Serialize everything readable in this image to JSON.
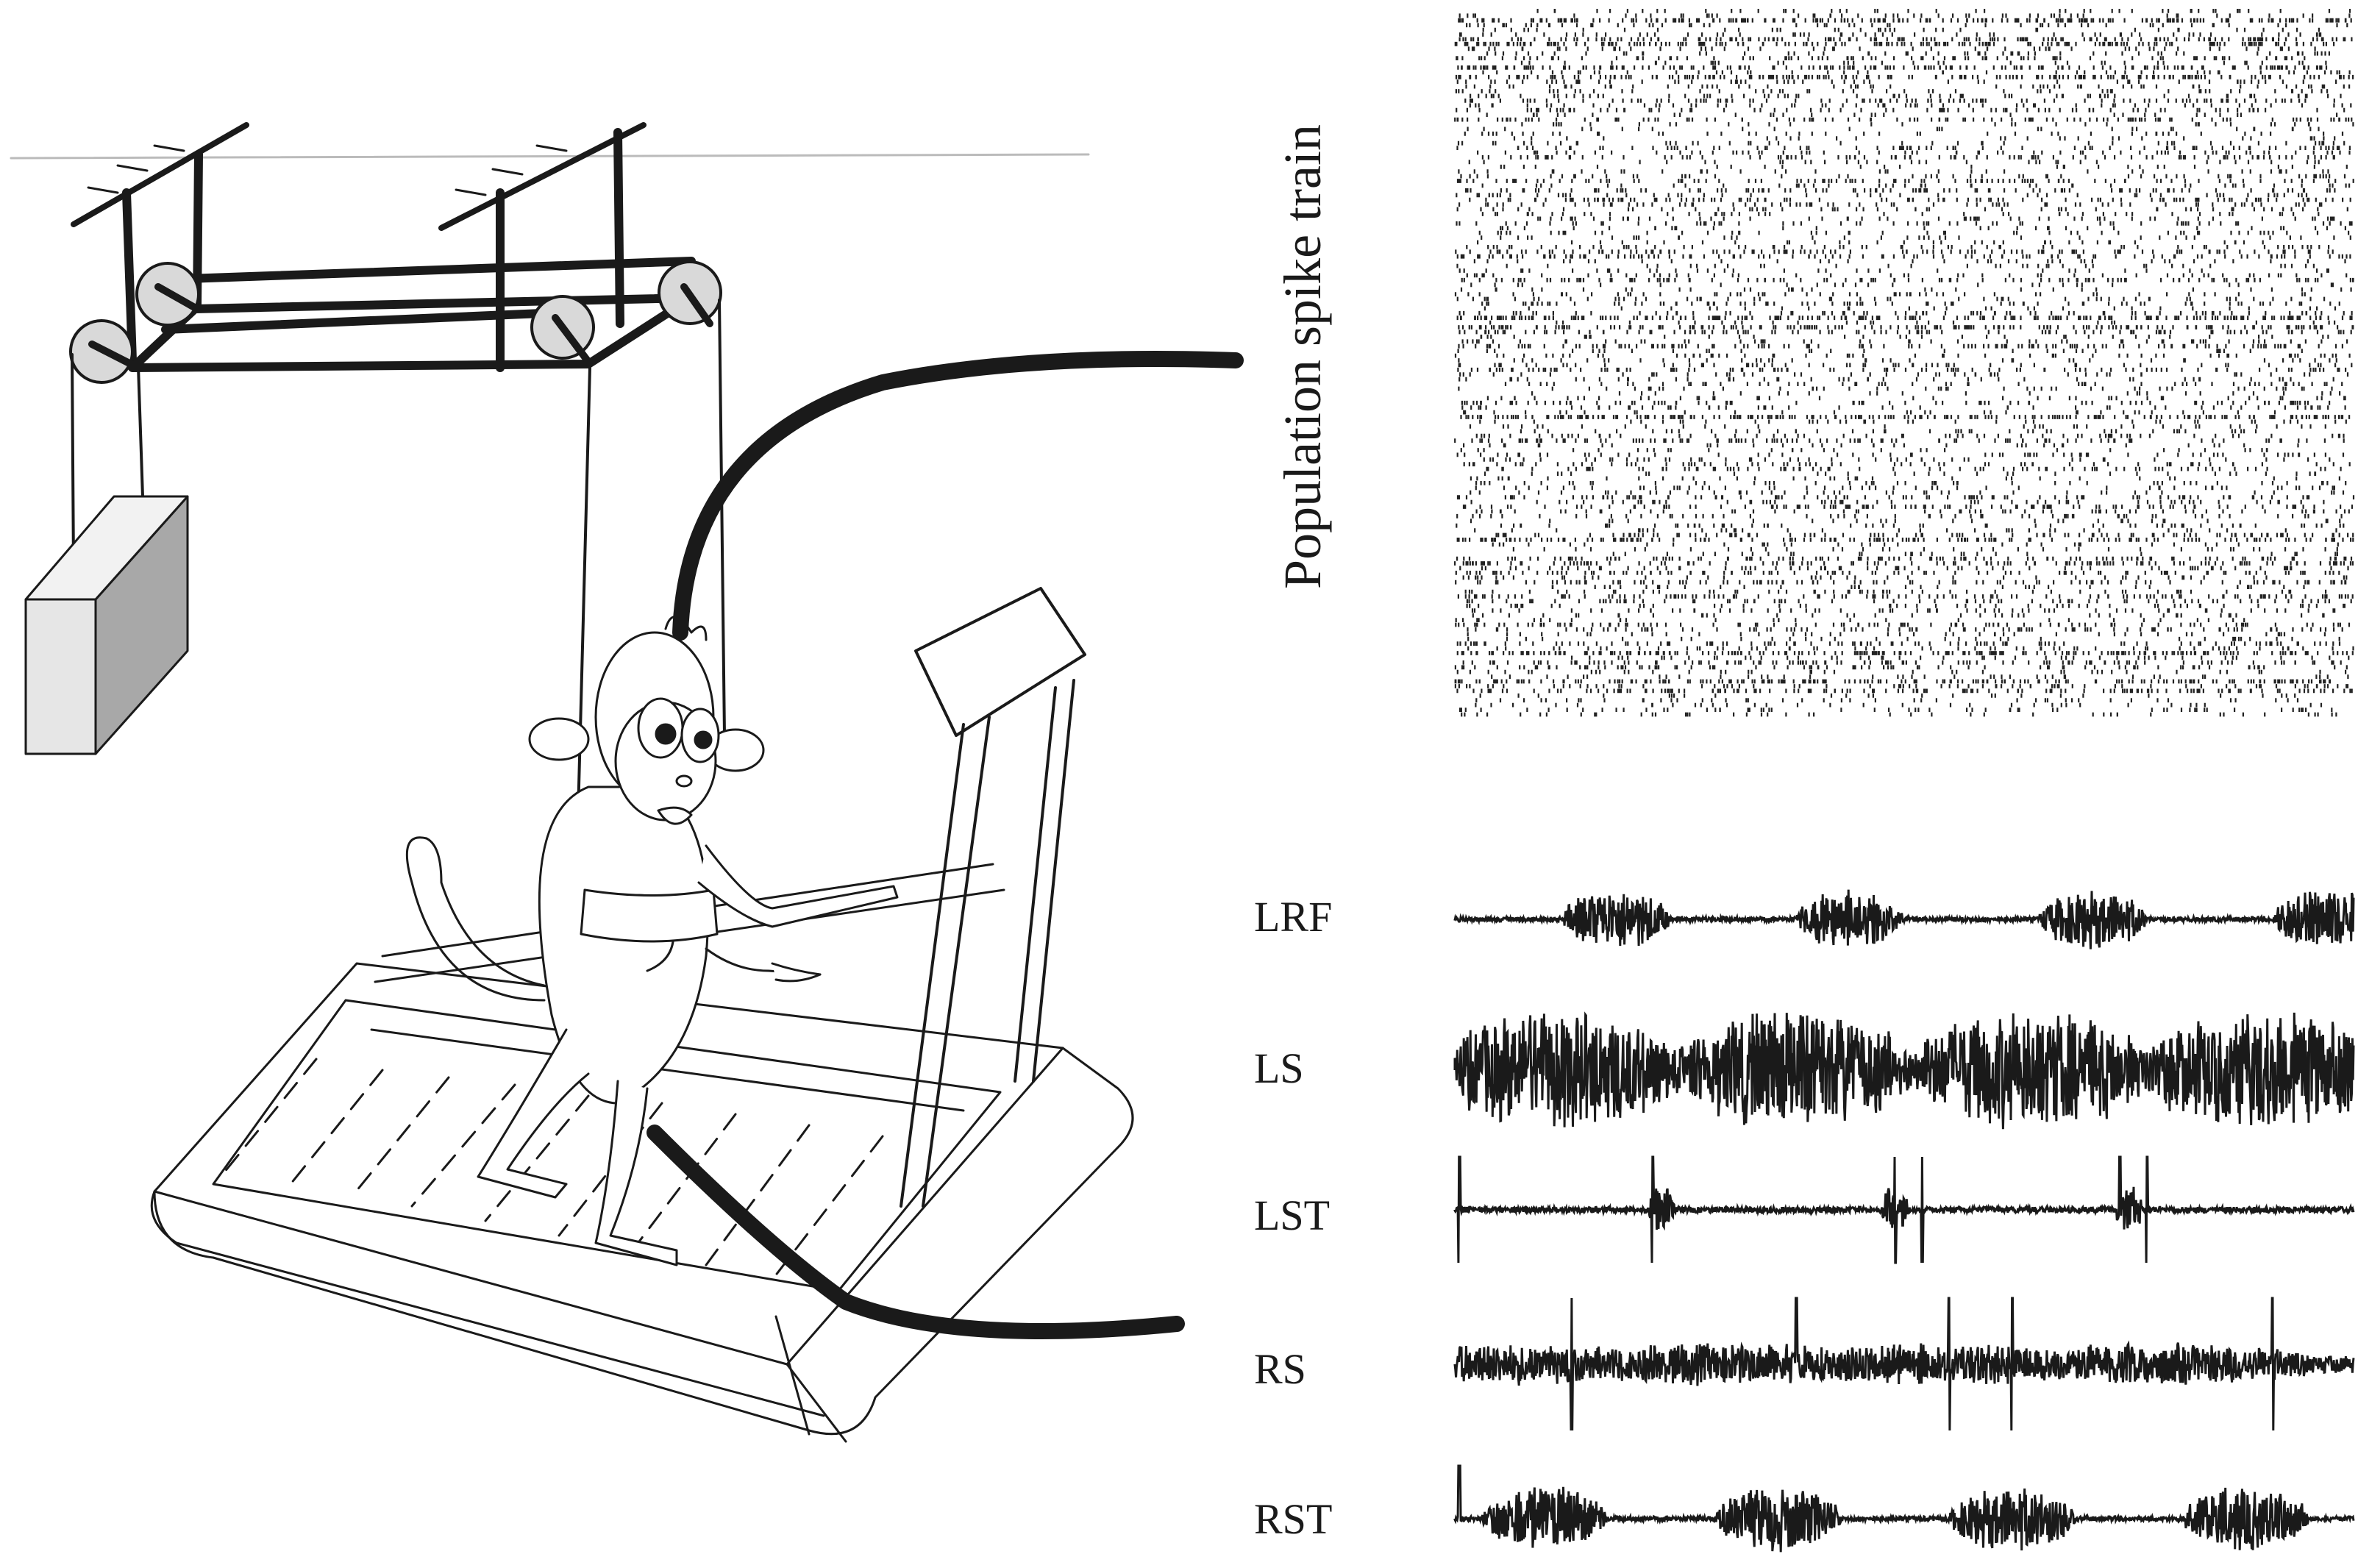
{
  "figure": {
    "vertical_label": "Population spike train",
    "emg_channels": [
      {
        "label": "LRF",
        "burst_centers": [
          0.18,
          0.44,
          0.71,
          0.97
        ],
        "burst_width": 0.06,
        "burst_amp": 0.55,
        "baseline_amp": 0.04,
        "spikes": []
      },
      {
        "label": "LS",
        "burst_centers": [
          0.12,
          0.38,
          0.64,
          0.9
        ],
        "burst_width": 0.14,
        "burst_amp": 0.85,
        "baseline_amp": 0.03,
        "spikes": []
      },
      {
        "label": "LST",
        "burst_centers": [
          0.23,
          0.49,
          0.75
        ],
        "burst_width": 0.015,
        "burst_amp": 0.45,
        "baseline_amp": 0.05,
        "spikes": [
          0.005,
          0.22,
          0.49,
          0.52,
          0.74,
          0.77
        ]
      },
      {
        "label": "RS",
        "burst_centers": [
          0.05,
          0.3,
          0.55,
          0.78
        ],
        "burst_width": 0.2,
        "burst_amp": 0.3,
        "baseline_amp": 0.12,
        "spikes": [
          0.13,
          0.38,
          0.55,
          0.62,
          0.91
        ]
      },
      {
        "label": "RST",
        "burst_centers": [
          0.1,
          0.36,
          0.62,
          0.88
        ],
        "burst_width": 0.07,
        "burst_amp": 0.6,
        "baseline_amp": 0.04,
        "spikes": [
          0.005
        ]
      }
    ],
    "colors": {
      "ink": "#1a1a1a",
      "raster": "#222222",
      "weight_light": "#e6e6e6",
      "weight_dark": "#a8a8a8",
      "pulley": "#d9d9d9"
    }
  }
}
